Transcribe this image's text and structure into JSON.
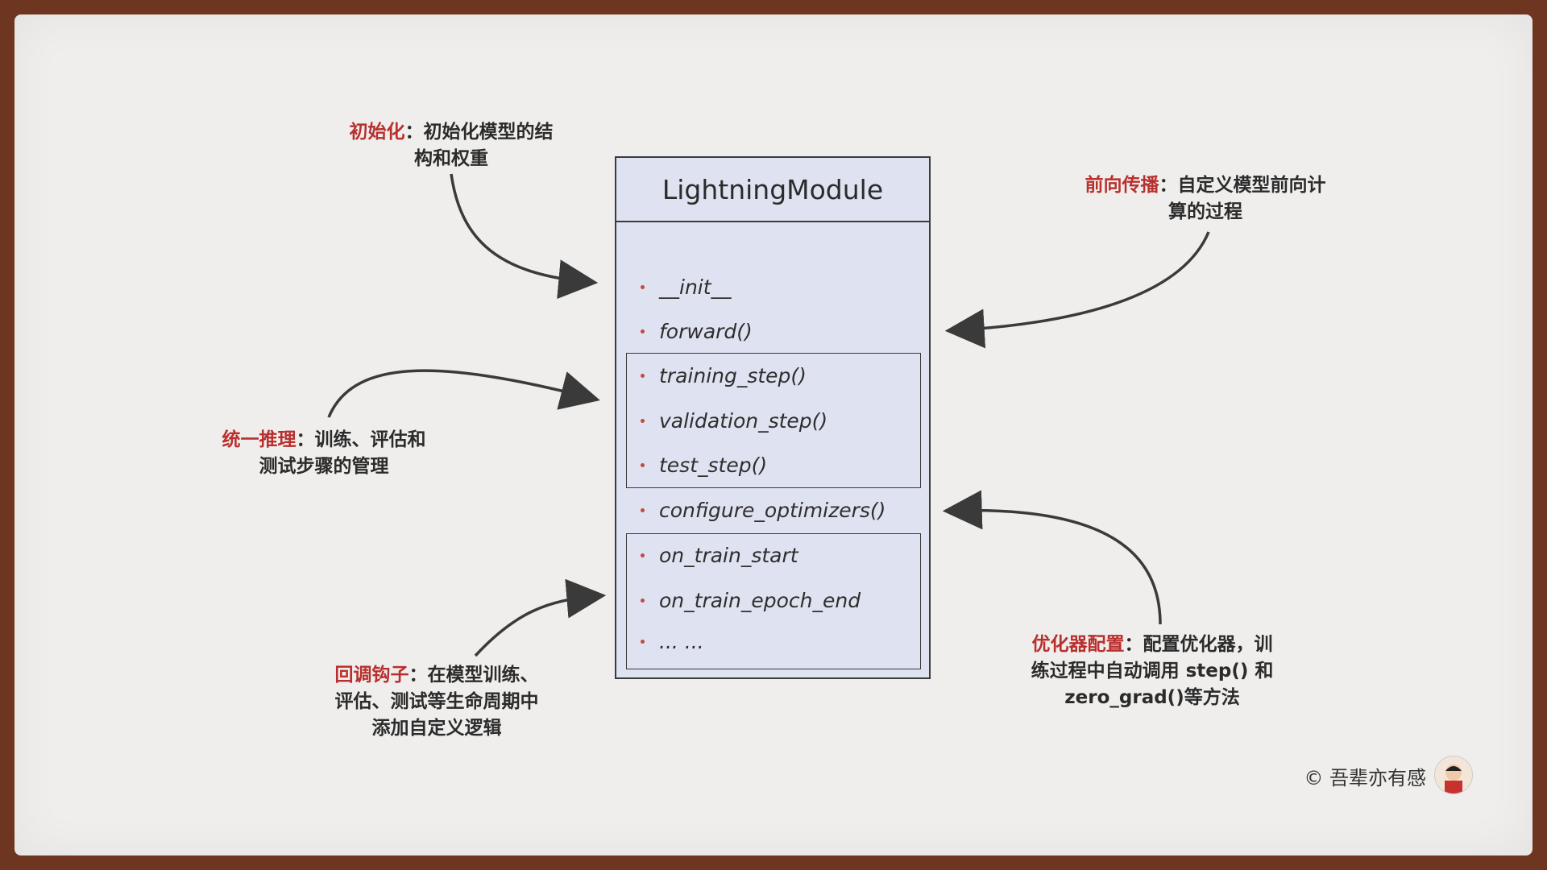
{
  "module": {
    "title": "LightningModule",
    "methods": [
      "__init__",
      "forward()",
      "training_step()",
      "validation_step()",
      "test_step()",
      "configure_optimizers()",
      "on_train_start",
      "on_train_epoch_end",
      "... ..."
    ]
  },
  "notes": {
    "init": {
      "key": "初始化",
      "line1": "：初始化模型的结",
      "line2": "构和权重"
    },
    "forward": {
      "key": "前向传播",
      "line1": "：自定义模型前向计",
      "line2": "算的过程"
    },
    "inference": {
      "key": "统一推理",
      "line1": "：训练、评估和",
      "line2": "测试步骤的管理"
    },
    "optimizer": {
      "key": "优化器配置",
      "line1": "：配置优化器，训",
      "line2": "练过程中自动调用 step() 和",
      "line3": "zero_grad()等方法"
    },
    "callbacks": {
      "key": "回调钩子",
      "line1": "：在模型训练、",
      "line2": "评估、测试等生命周期中",
      "line3": "添加自定义逻辑"
    }
  },
  "credit": "© 吾辈亦有感",
  "colors": {
    "accent": "#b8302e",
    "module_fill": "#dfe2f0",
    "paper": "#efeeec",
    "frame": "#6e3520"
  }
}
